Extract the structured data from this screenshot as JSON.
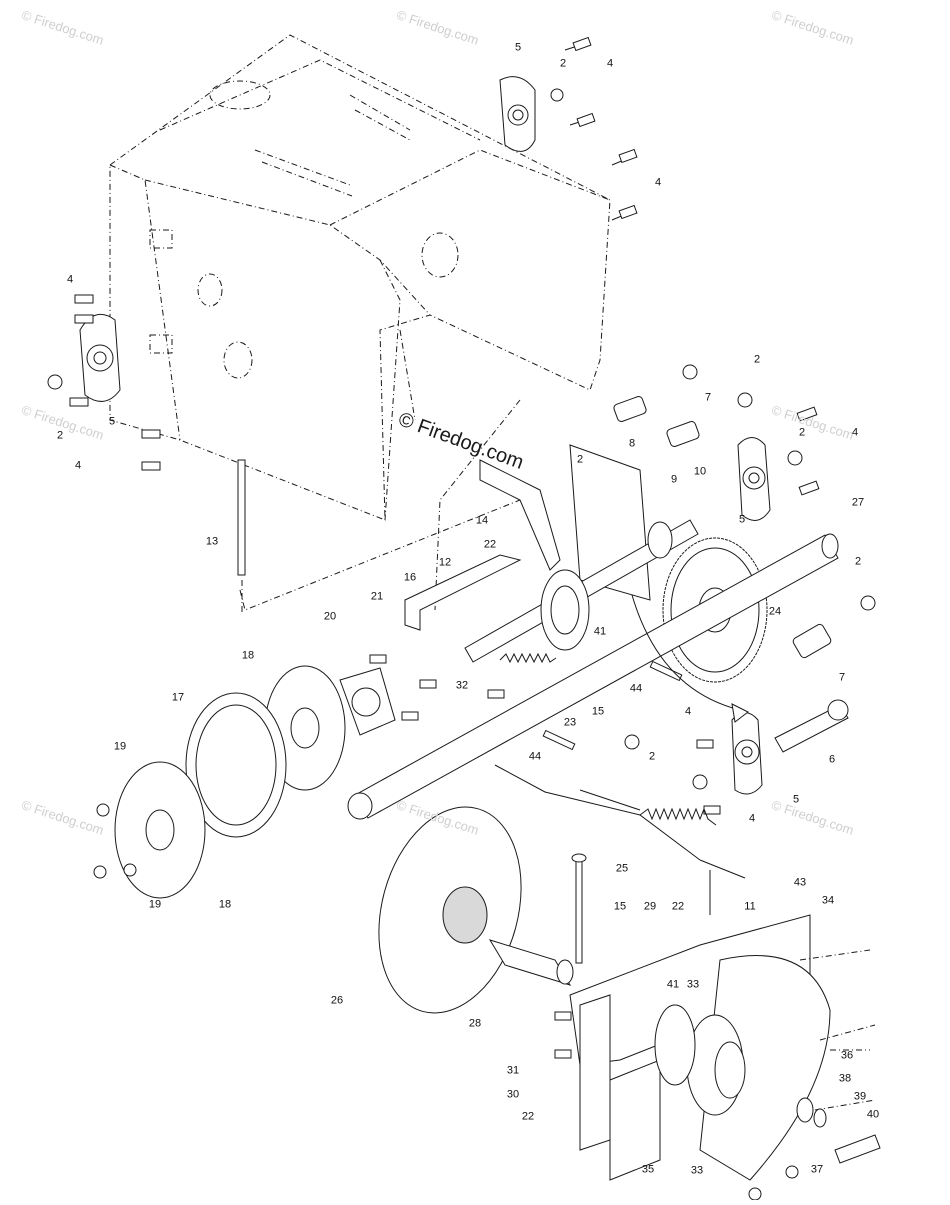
{
  "watermarks": {
    "center": "© Firedog.com",
    "repeat": "© Firedog.com"
  },
  "callouts": [
    "2",
    "4",
    "5",
    "6",
    "7",
    "8",
    "9",
    "10",
    "11",
    "12",
    "13",
    "14",
    "15",
    "16",
    "17",
    "18",
    "19",
    "20",
    "21",
    "22",
    "23",
    "24",
    "25",
    "26",
    "27",
    "28",
    "29",
    "30",
    "31",
    "32",
    "33",
    "34",
    "35",
    "36",
    "37",
    "38",
    "39",
    "40",
    "41",
    "43",
    "44"
  ]
}
